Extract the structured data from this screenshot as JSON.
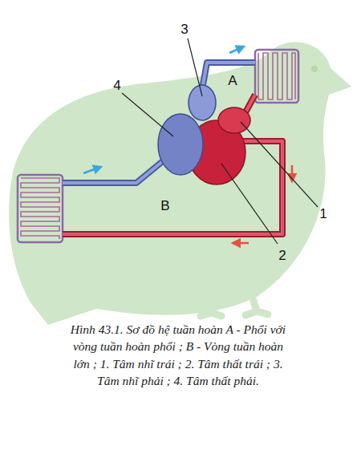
{
  "diagram": {
    "caption": "Hình 43.1. Sơ đồ hệ tuần hoàn A - Phổi với vòng tuần hoàn phổi ; B - Vòng tuần hoàn lớn ; 1. Tâm nhĩ trái ; 2. Tâm thất trái ; 3. Tâm nhĩ phải ; 4. Tâm thất phải.",
    "labels": [
      "3",
      "4",
      "A",
      "B",
      "1",
      "2"
    ]
  }
}
